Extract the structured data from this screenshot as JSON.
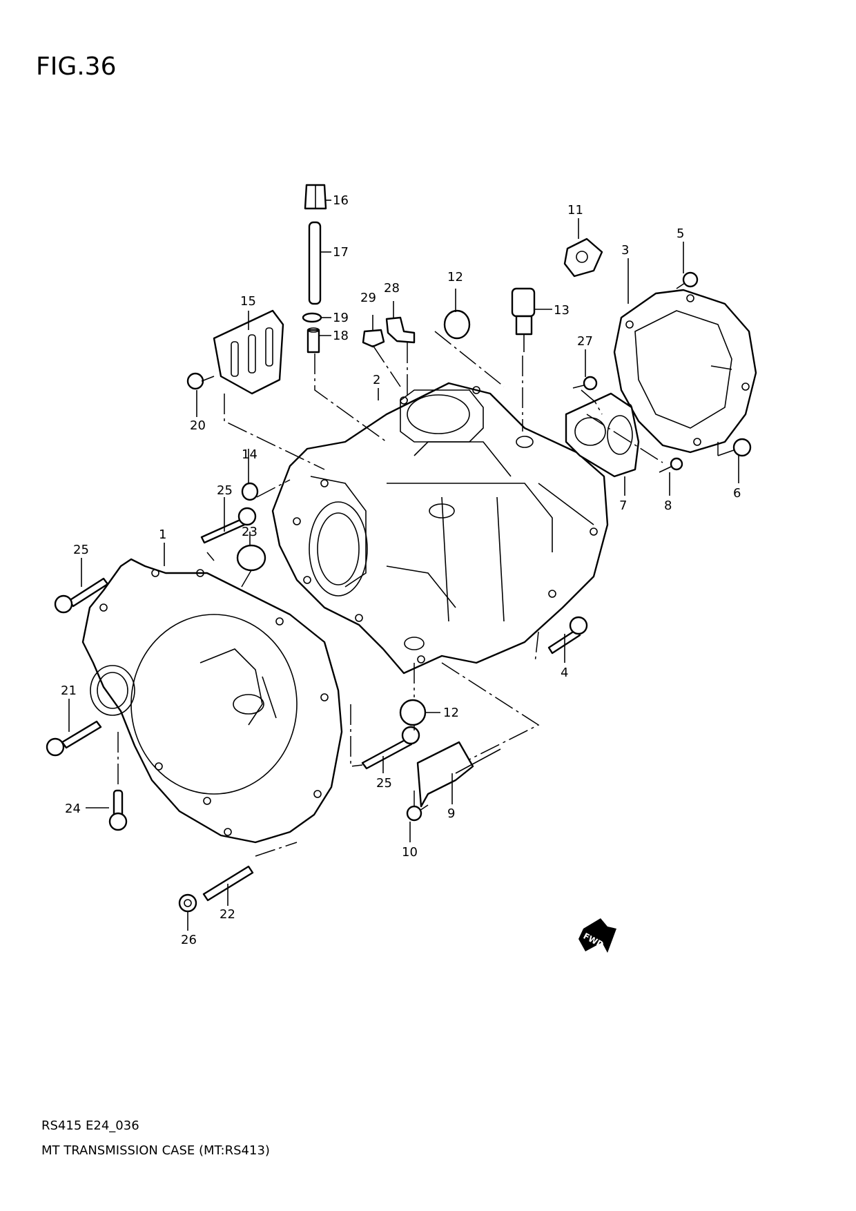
{
  "figure": {
    "title": "FIG.36"
  },
  "footer": {
    "code": "RS415 E24_036",
    "caption": "MT TRANSMISSION CASE (MT:RS413)"
  },
  "badge": {
    "fwd": "FWD"
  },
  "callouts": [
    "1",
    "2",
    "3",
    "4",
    "5",
    "6",
    "7",
    "8",
    "9",
    "10",
    "11",
    "12",
    "12",
    "13",
    "14",
    "15",
    "16",
    "17",
    "18",
    "19",
    "20",
    "21",
    "22",
    "23",
    "24",
    "25",
    "25",
    "25",
    "26",
    "27",
    "28",
    "29"
  ]
}
